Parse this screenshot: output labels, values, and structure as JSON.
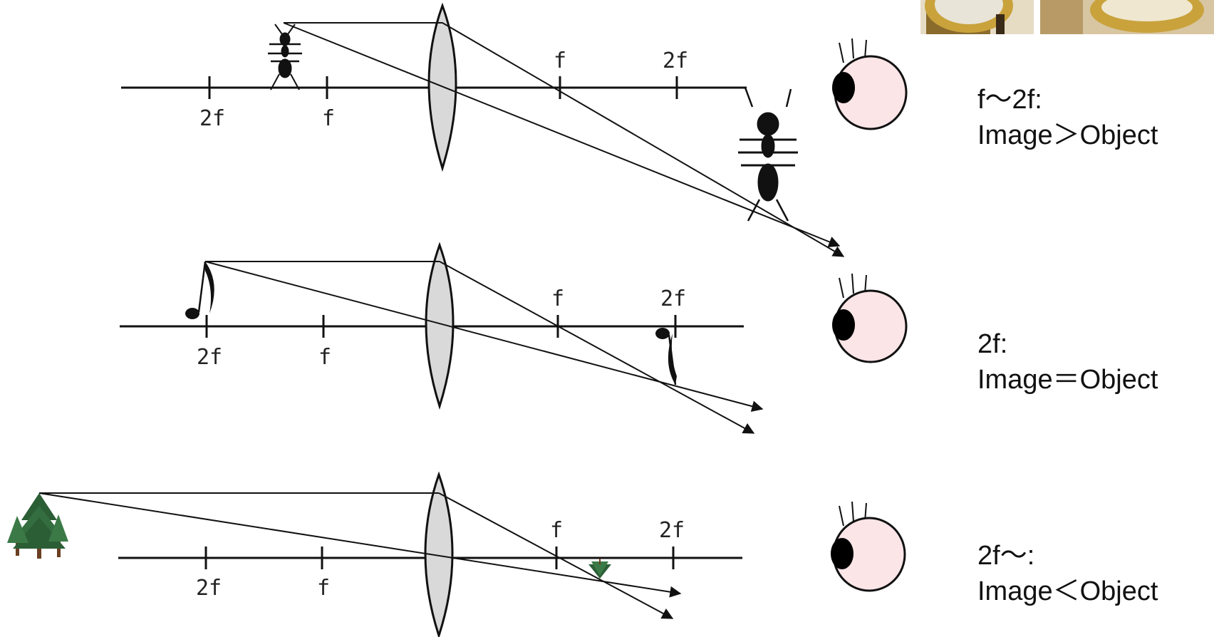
{
  "colors": {
    "line": "#111111",
    "lens_fill": "#d9d9d9",
    "eye_fill": "#fbe5e7",
    "eye_pupil": "#000000",
    "tree": "#2c5e36",
    "trunk": "#6b3f22",
    "photo_gold": "#c9a23c",
    "photo_beige": "#d8c6a2"
  },
  "icons": {
    "ant": "ant-icon",
    "note": "music-note-icon",
    "tree": "tree-icon",
    "eye": "eye-icon",
    "lens": "convex-lens-icon"
  },
  "panels": [
    {
      "id": "panel-f-to-2f",
      "object_icon": "ant-icon",
      "labels": {
        "left_2f": "2f",
        "left_f": "f",
        "right_f": "f",
        "right_2f": "2f"
      },
      "caption": {
        "line1": "f～2f:",
        "line2": "Image＞Object"
      }
    },
    {
      "id": "panel-2f",
      "object_icon": "music-note-icon",
      "labels": {
        "left_2f": "2f",
        "left_f": "f",
        "right_f": "f",
        "right_2f": "2f"
      },
      "caption": {
        "line1": "2f:",
        "line2": "Image＝Object"
      }
    },
    {
      "id": "panel-beyond-2f",
      "object_icon": "tree-icon",
      "labels": {
        "left_2f": "2f",
        "left_f": "f",
        "right_f": "f",
        "right_2f": "2f"
      },
      "caption": {
        "line1": "2f～:",
        "line2": "Image＜Object"
      }
    }
  ]
}
